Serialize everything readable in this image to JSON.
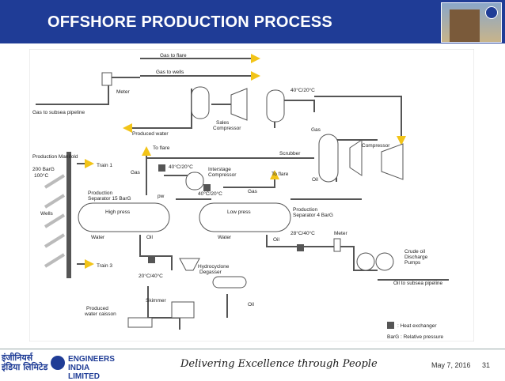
{
  "header": {
    "title": "OFFSHORE PRODUCTION PROCESS",
    "color": "#1f3c96"
  },
  "diagram": {
    "labels": {
      "gas_to_flare": "Gas to flare",
      "gas_to_wells": "Gas to wells",
      "meter_top": "Meter",
      "gas_subsea": "Gas to subsea pipeline",
      "temp_top": "40°C/20°C",
      "sales_compressor_1": "Sales",
      "sales_compressor_2": "Compressor",
      "produced_water": "Produced water",
      "gas_right": "Gas",
      "compressor": "Compressor",
      "to_flare_1": "To flare",
      "scrubber": "Scrubber",
      "production_manifold": "Production Manifold",
      "pressure_200": "200 BarG",
      "temp_100": "100°C",
      "train1": "Train 1",
      "gas_mid": "Gas",
      "temp_40_20_a": "40°C/20°C",
      "interstage_1": "Interstage",
      "interstage_2": "Compressor",
      "to_flare_2": "To flare",
      "oil_right": "Oil",
      "pw": "pw",
      "temp_40_20_b": "40°C/20°C",
      "gas_mid2": "Gas",
      "sep15_1": "Production",
      "sep15_2": "Separator 15 BarG",
      "high_press": "High press",
      "low_press": "Low press",
      "sep4_1": "Production",
      "sep4_2": "Separator 4 BarG",
      "wells": "Wells",
      "water1": "Water",
      "oil1": "Oil",
      "water2": "Water",
      "oil2": "Oil",
      "temp_28_40": "28°C/40°C",
      "meter_right": "Meter",
      "crude1": "Crude oil",
      "crude2": "Discharge",
      "crude3": "Pumps",
      "train3": "Train 3",
      "hydrocyclone": "Hydrocyclone",
      "temp_20_40": "20°C/40°C",
      "oil_subsea": "Oil to subsea pipeline",
      "degasser": "Degasser",
      "skimmer": "Skimmer",
      "oil3": "Oil",
      "produced_water_caisson_1": "Produced",
      "produced_water_caisson_2": "water caisson",
      "heat_exchanger": ": Heat exchanger",
      "barg": "BarG : Relative pressure"
    }
  },
  "footer": {
    "company_hindi_1": "इंजीनियर्स",
    "company_hindi_2": "इंडिया लिमिटेड",
    "company_en_1": "ENGINEERS",
    "company_en_2": "INDIA LIMITED",
    "tagline": "Delivering Excellence through People",
    "date": "May 7, 2016",
    "page": "31"
  }
}
